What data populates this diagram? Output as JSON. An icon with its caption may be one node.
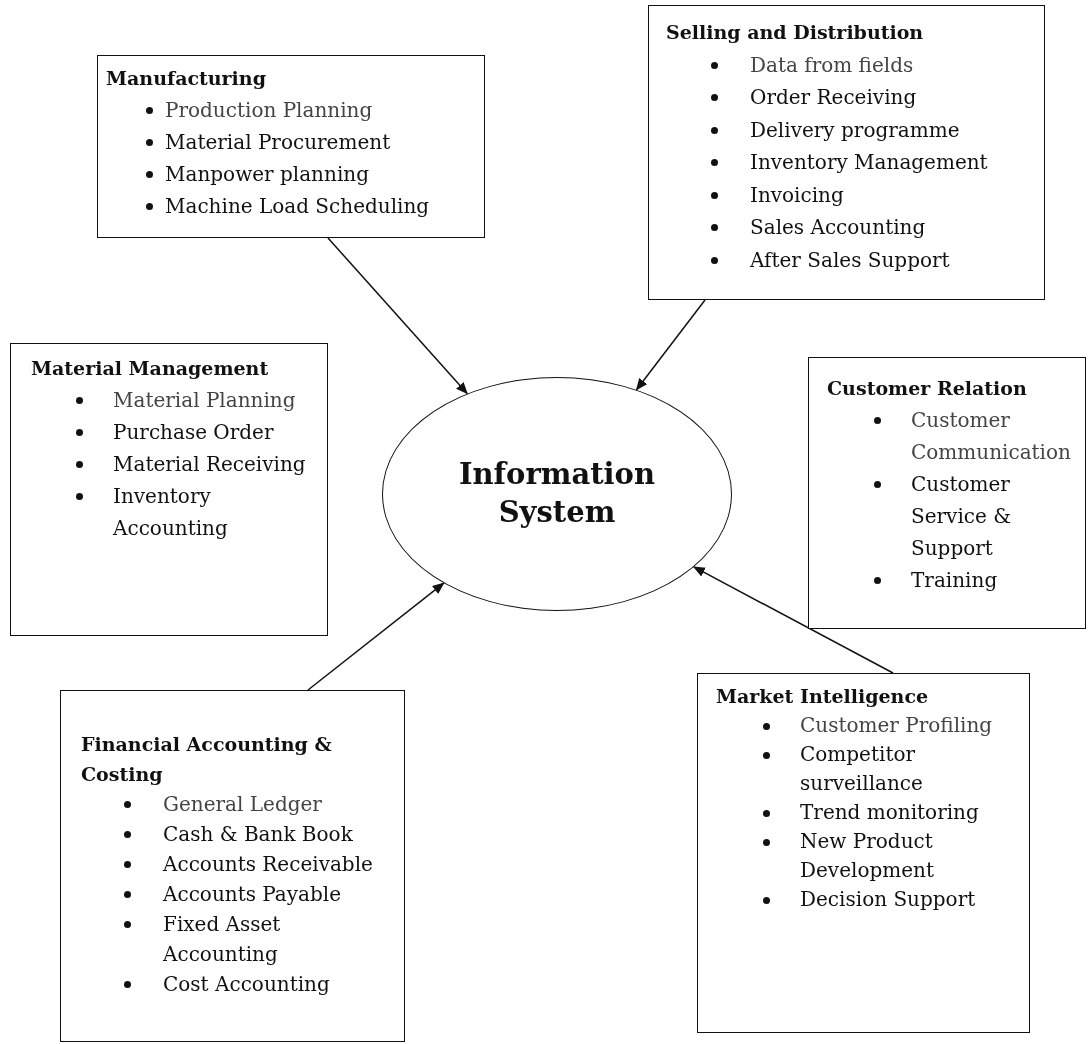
{
  "diagram": {
    "nodes": [
      {
        "text": [
          "Manufacturing",
          "Production Planning",
          "Material Procurement",
          "Manpower planning",
          "Machine Load Scheduling"
        ]
      },
      {
        "text": [
          "Selling and Distribution",
          "Data from fields",
          "Order Receiving",
          "Delivery programme",
          "Inventory Management",
          "Invoicing",
          "Sales Accounting",
          "After Sales Support"
        ]
      },
      {
        "text": [
          "Material Management",
          "Material Planning",
          "Purchase Order",
          "Material Receiving",
          "Inventory Accounting"
        ]
      },
      {
        "text": [
          "Information System"
        ]
      },
      {
        "text": [
          "Customer Relation",
          "Customer Communication",
          "Customer Service & Support",
          "Training"
        ]
      },
      {
        "text": [
          "Financial Accounting & Costing",
          "General Ledger",
          "Cash & Bank Book",
          "Accounts Receivable",
          "Accounts Payable",
          "Fixed Asset Accounting",
          "Cost Accounting"
        ]
      },
      {
        "text": [
          "Market Intelligence",
          "Customer Profiling",
          "Competitor surveillance",
          "Trend monitoring",
          "New Product Development",
          "Decision Support"
        ]
      }
    ],
    "edges": [
      {
        "from": 0,
        "to": 3,
        "arrow": "to"
      },
      {
        "from": 1,
        "to": 3,
        "arrow": "to"
      },
      {
        "from": 5,
        "to": 3,
        "arrow": "to"
      },
      {
        "from": 6,
        "to": 3,
        "arrow": "to"
      }
    ]
  }
}
